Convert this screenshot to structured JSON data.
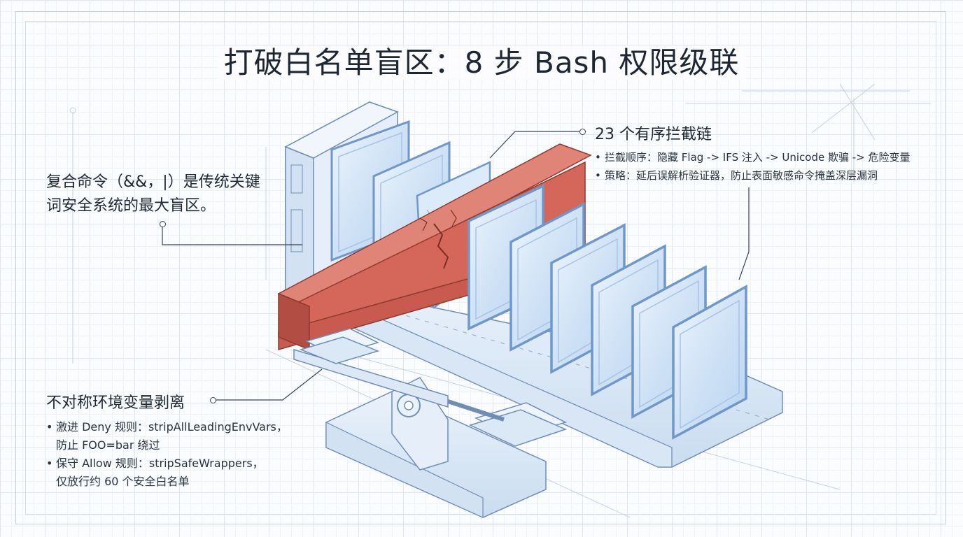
{
  "title": "打破白名单盲区：8 步 Bash 权限级联",
  "left_callout": {
    "line1": "复合命令（&&，|）是传统关键",
    "line2": "词安全系统的最大盲区。"
  },
  "chain": {
    "heading": "23 个有序拦截链",
    "items": [
      "拦截顺序：隐藏 Flag -> IFS 注入 -> Unicode 欺骗 -> 危险变量",
      "策略：延后误解析验证器，防止表面敏感命令掩盖深层漏洞"
    ]
  },
  "env_strip": {
    "heading": "不对称环境变量剥离",
    "items": [
      {
        "line1": "激进 Deny 规则：stripAllLeadingEnvVars，",
        "line2": "防止 FOO=bar 绕过"
      },
      {
        "line1": "保守 Allow 规则：stripSafeWrappers，",
        "line2": "仅放行约 60 个安全白名单"
      }
    ]
  },
  "bullet_symbol": "•",
  "colors": {
    "beam_fill": "#d4665a",
    "beam_shade": "#b14d43",
    "glass_fill": "#d7e7f8",
    "glass_frame": "#7fa8d6",
    "line_art": "#6f8db5",
    "text": "#1f2833"
  }
}
